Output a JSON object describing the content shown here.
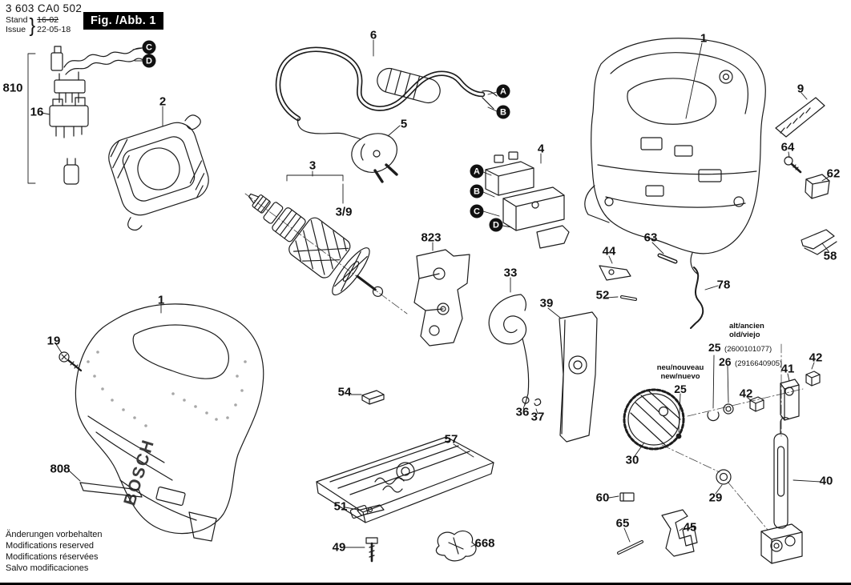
{
  "header": {
    "part_number": "3 603 CA0 502",
    "stand_label": "Stand",
    "issue_label": "Issue",
    "brace": "}",
    "stand_value": "16-02",
    "issue_value": "22-05-18",
    "figure_label": "Fig. /Abb. 1"
  },
  "logo": "BOSCH",
  "notes": {
    "old_l1": "alt/ancien",
    "old_l2": "old/viejo",
    "old_item1_num": "25",
    "old_item1_ref": "(2600101077)",
    "old_item2_num": "26",
    "old_item2_ref": "(2916640905)",
    "new_l1": "neu/nouveau",
    "new_l2": "new/nuevo",
    "new_num": "25"
  },
  "footer": {
    "line1": "Änderungen vorbehalten",
    "line2": "Modifications reserved",
    "line3": "Modifications réservées",
    "line4": "Salvo modificaciones"
  },
  "colors": {
    "ink": "#1c1c1c",
    "paper": "#ffffff",
    "figure_box": "#000000"
  },
  "callouts": [
    {
      "label": "810"
    },
    {
      "label": "16"
    },
    {
      "label": "2"
    },
    {
      "label": "6"
    },
    {
      "label": "5"
    },
    {
      "label": "3"
    },
    {
      "label": "3/9"
    },
    {
      "label": "1"
    },
    {
      "label": "9"
    },
    {
      "label": "64"
    },
    {
      "label": "62"
    },
    {
      "label": "58"
    },
    {
      "label": "4"
    },
    {
      "label": "823"
    },
    {
      "label": "63"
    },
    {
      "label": "44"
    },
    {
      "label": "78"
    },
    {
      "label": "52"
    },
    {
      "label": "33"
    },
    {
      "label": "39"
    },
    {
      "label": "19"
    },
    {
      "label": "1"
    },
    {
      "label": "54"
    },
    {
      "label": "36"
    },
    {
      "label": "37"
    },
    {
      "label": "57"
    },
    {
      "label": "51"
    },
    {
      "label": "49"
    },
    {
      "label": "668"
    },
    {
      "label": "808"
    },
    {
      "label": "60"
    },
    {
      "label": "65"
    },
    {
      "label": "45"
    },
    {
      "label": "29"
    },
    {
      "label": "30"
    },
    {
      "label": "41"
    },
    {
      "label": "42"
    },
    {
      "label": "42"
    },
    {
      "label": "40"
    }
  ],
  "letters": [
    {
      "label": "C"
    },
    {
      "label": "D"
    },
    {
      "label": "A"
    },
    {
      "label": "B"
    },
    {
      "label": "A"
    },
    {
      "label": "B"
    },
    {
      "label": "C"
    },
    {
      "label": "D"
    }
  ]
}
